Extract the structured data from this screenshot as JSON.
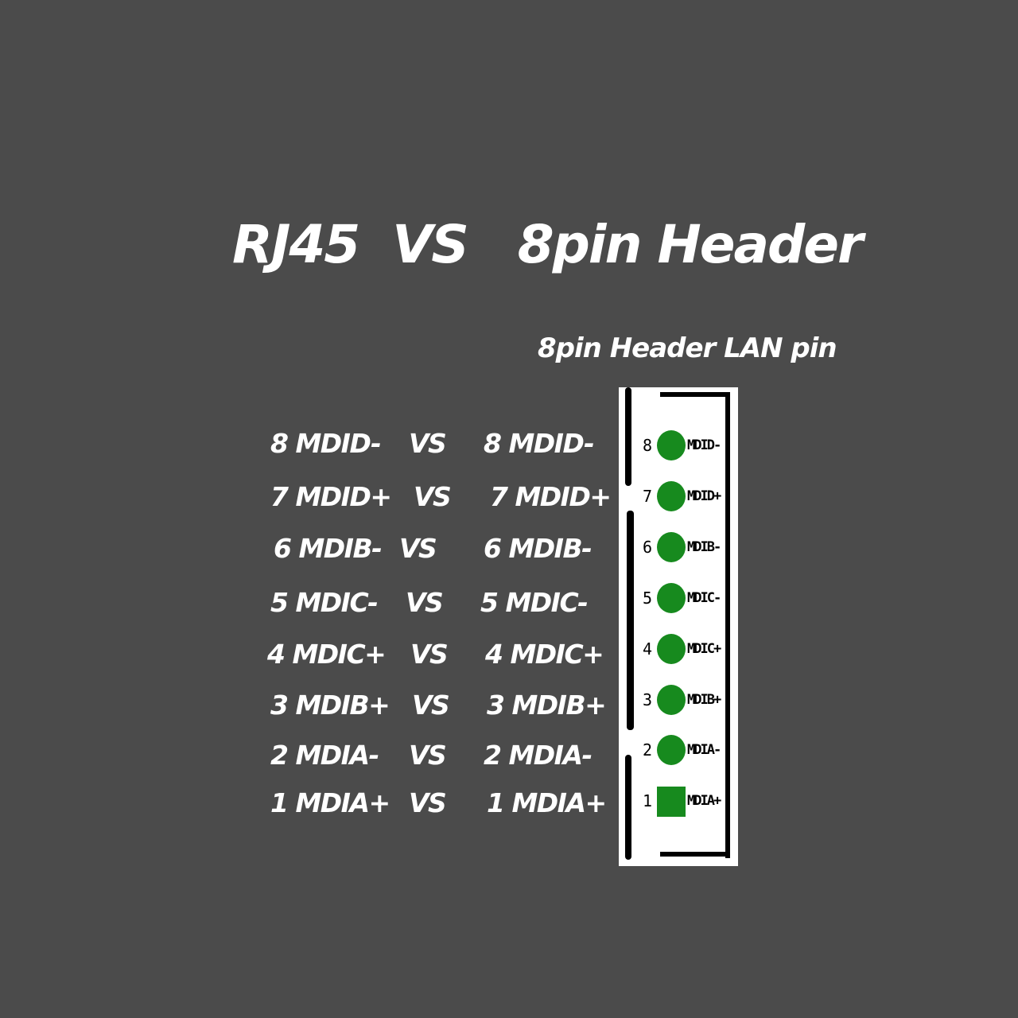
{
  "title": "RJ45  VS   8pin Header",
  "subtitle": "8pin Header LAN pin",
  "mapping": [
    {
      "left": "8 MDID-",
      "vs": "VS",
      "right": "8 MDID-"
    },
    {
      "left": "7 MDID+",
      "vs": "VS",
      "right": "7 MDID+"
    },
    {
      "left": "6 MDIB-",
      "vs": "VS",
      "right": "6 MDIB-"
    },
    {
      "left": "5 MDIC-",
      "vs": "VS",
      "right": "5 MDIC-"
    },
    {
      "left": "4 MDIC+",
      "vs": "VS",
      "right": "4 MDIC+"
    },
    {
      "left": "3 MDIB+",
      "vs": "VS",
      "right": "3 MDIB+"
    },
    {
      "left": "2 MDIA-",
      "vs": "VS",
      "right": "2 MDIA-"
    },
    {
      "left": "1 MDIA+",
      "vs": "VS",
      "right": "1 MDIA+"
    }
  ],
  "header_pins": [
    {
      "num": "8",
      "label": "MDID-",
      "shape": "circle"
    },
    {
      "num": "7",
      "label": "MDID+",
      "shape": "circle"
    },
    {
      "num": "6",
      "label": "MDIB-",
      "shape": "circle"
    },
    {
      "num": "5",
      "label": "MDIC-",
      "shape": "circle"
    },
    {
      "num": "4",
      "label": "MDIC+",
      "shape": "circle"
    },
    {
      "num": "3",
      "label": "MDIB+",
      "shape": "circle"
    },
    {
      "num": "2",
      "label": "MDIA-",
      "shape": "circle"
    },
    {
      "num": "1",
      "label": "MDIA+",
      "shape": "square"
    }
  ],
  "colors": {
    "background": "#4b4b4b",
    "text": "#ffffff",
    "pad": "#178a1e",
    "header_bg": "#ffffff",
    "header_line": "#000000"
  }
}
